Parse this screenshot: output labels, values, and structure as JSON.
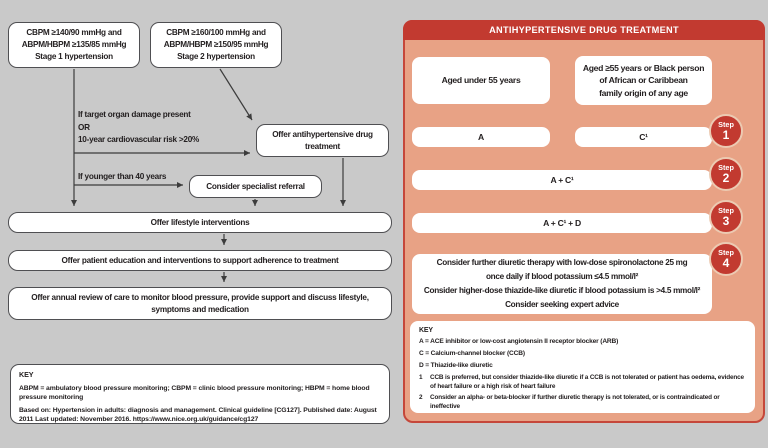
{
  "colors": {
    "background": "#c9c9c9",
    "accent_red": "#c23a30",
    "panel_salmon": "#e8a285",
    "box_border": "#4f4f52",
    "text": "#242021"
  },
  "left": {
    "stage1": {
      "criteria": "CBPM ≥140/90 mmHg and\nABPM/HBPM ≥135/85 mmHg",
      "label": "Stage 1 hypertension"
    },
    "stage2": {
      "criteria": "CBPM ≥160/100 mmHg and\nABPM/HBPM ≥150/95 mmHg",
      "label": "Stage 2 hypertension"
    },
    "condition_damage": "If target organ damage present\nOR\n10-year cardiovascular risk >20%",
    "condition_younger": "If younger than 40 years",
    "drug_treatment": "Offer antihypertensive drug\ntreatment",
    "referral": "Consider specialist referral",
    "lifestyle": "Offer lifestyle interventions",
    "education": "Offer patient education and interventions to support adherence to treatment",
    "annual_review": "Offer annual review of care to monitor blood pressure, provide support and discuss lifestyle,\nsymptoms and medication",
    "key": {
      "title": "KEY",
      "abbreviations": "ABPM = ambulatory blood pressure monitoring; CBPM = clinic blood pressure monitoring; HBPM = home blood pressure monitoring",
      "source": "Based on: Hypertension in adults: diagnosis and management. Clinical guideline [CG127]. Published date: August 2011 Last updated: November 2016. https://www.nice.org.uk/guidance/cg127"
    }
  },
  "right": {
    "header": "ANTIHYPERTENSIVE DRUG TREATMENT",
    "aged_under": "Aged under 55 years",
    "aged_over": "Aged ≥55 years or Black person\nof African or Caribbean\nfamily origin of any age",
    "box_a": "A",
    "box_c": "C¹",
    "box_ac": "A + C¹",
    "box_acd": "A + C¹ + D",
    "step4_box": "Consider further diuretic therapy with low-dose spironolactone 25 mg\nonce daily if blood potassium ≤4.5 mmol/l²\nConsider higher-dose thiazide-like diuretic if blood potassium is >4.5 mmol/l²\nConsider seeking expert advice",
    "steps": [
      {
        "label": "Step",
        "number": "1"
      },
      {
        "label": "Step",
        "number": "2"
      },
      {
        "label": "Step",
        "number": "3"
      },
      {
        "label": "Step",
        "number": "4"
      }
    ],
    "key": {
      "title": "KEY",
      "def_a": "A = ACE inhibitor or low-cost angiotensin II receptor blocker (ARB)",
      "def_c": "C = Calcium-channel blocker (CCB)",
      "def_d": "D = Thiazide-like diuretic",
      "fn1_num": "1",
      "fn1": "CCB is preferred, but consider thiazide-like diuretic if a CCB is not tolerated or patient has oedema, evidence of heart failure or a high risk of heart failure",
      "fn2_num": "2",
      "fn2": "Consider an alpha- or beta-blocker if further diuretic therapy is not tolerated, or is contraindicated or ineffective"
    }
  }
}
